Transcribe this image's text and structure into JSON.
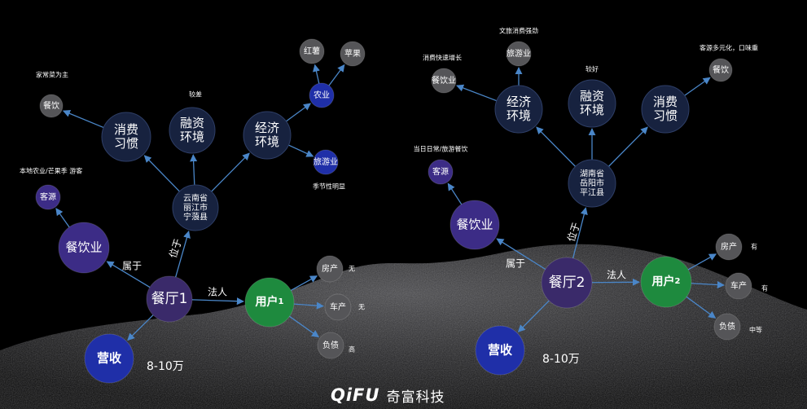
{
  "brand": {
    "logo_text": "QiFU",
    "name": "奇富科技"
  },
  "colors": {
    "hub": "#3a2a6a",
    "purple": "#3c2c86",
    "topic": "#17223f",
    "green": "#1e8a3e",
    "blue": "#1f2fa8",
    "grey": "#555558",
    "edge": "#4a86c8"
  },
  "left": {
    "restaurant": "餐厅1",
    "location": "云南省\n丽江市\n宁蒗县",
    "located_label": "位于",
    "belongs_label": "属于",
    "legal_label": "法人",
    "industry": "餐饮业",
    "customers": "客源",
    "customers_note": "本地农业/芒果季 游客",
    "consumption": "消费\n习惯",
    "financing": "融资\n环境",
    "financing_note": "较差",
    "economy": "经济\n环境",
    "dining": "餐饮",
    "dining_note": "家常菜为主",
    "agriculture": "农业",
    "sweet_potato": "红薯",
    "apple": "苹果",
    "tourism": "旅游业",
    "tourism_note": "季节性明显",
    "user": "用户1",
    "revenue": "营收",
    "revenue_value": "8-10万",
    "house": "房产",
    "house_value": "无",
    "car": "车产",
    "car_value": "无",
    "debt": "负债",
    "debt_value": "高"
  },
  "right": {
    "restaurant": "餐厅2",
    "location": "湖南省\n岳阳市\n平江县",
    "located_label": "位于",
    "belongs_label": "属于",
    "legal_label": "法人",
    "industry": "餐饮业",
    "customers": "客源",
    "customers_note": "当日日常/旅游餐饮",
    "economy": "经济\n环境",
    "financing": "融资\n环境",
    "financing_note": "较好",
    "consumption": "消费\n习惯",
    "dining": "餐饮",
    "dining_note": "客源多元化，口味重",
    "catering": "餐饮业",
    "catering_note": "消费快速增长",
    "tourism": "旅游业",
    "tourism_note": "文旅消费强劲",
    "user": "用户2",
    "revenue": "营收",
    "revenue_value": "8-10万",
    "house": "房产",
    "house_value": "有",
    "car": "车产",
    "car_value": "有",
    "debt": "负债",
    "debt_value": "中等"
  }
}
